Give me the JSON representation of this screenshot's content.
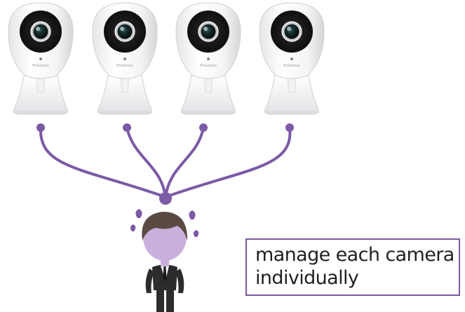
{
  "cameras": [
    {
      "id": "camera-1",
      "brand_text": "EnGenius"
    },
    {
      "id": "camera-2",
      "brand_text": "EnGenius"
    },
    {
      "id": "camera-3",
      "brand_text": "EnGenius"
    },
    {
      "id": "camera-4",
      "brand_text": "EnGenius"
    }
  ],
  "caption": {
    "line1": "manage each camera",
    "line2": "individually"
  },
  "colors": {
    "connector": "#7b5aa6",
    "border": "#7a5a9e",
    "skin": "#c9b0dc",
    "hair": "#5a4a42",
    "suit": "#2c2c2e",
    "sweat": "#7b5aa6"
  }
}
